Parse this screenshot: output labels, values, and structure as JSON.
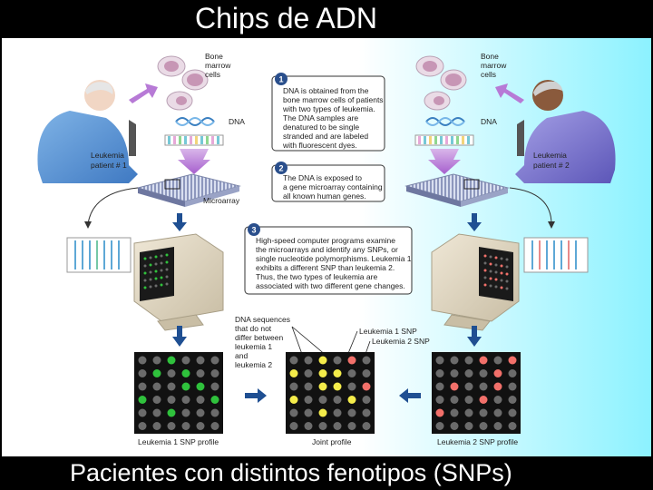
{
  "header": {
    "title": "Chips de ADN"
  },
  "footer": {
    "caption": "Pacientes con distintos fenotipos (SNPs)"
  },
  "figure": {
    "patient_left_label": [
      "Leukemia",
      "patient # 1"
    ],
    "patient_right_label": [
      "Leukemia",
      "patient # 2"
    ],
    "bone_marrow_label": [
      "Bone",
      "marrow",
      "cells"
    ],
    "dna_label": "DNA",
    "microarray_label": "Microarray",
    "step1": {
      "num": "1",
      "lines": [
        "DNA is obtained from the",
        "bone marrow cells of patients",
        "with two types of leukemia.",
        "The DNA samples are",
        "denatured to be single",
        "stranded and are labeled",
        "with fluorescent dyes."
      ]
    },
    "step2": {
      "num": "2",
      "lines": [
        "The DNA is exposed to",
        "a gene microarray containing",
        "all known human genes."
      ]
    },
    "step3": {
      "num": "3",
      "lines": [
        "High-speed computer programs examine",
        "the microarrays and identify any SNPs, or",
        "single nucleotide polymorphisms. Leukemia 1",
        "exhibits a different SNP than leukemia 2.",
        "Thus, the two types of leukemia are",
        "associated with two different gene changes."
      ]
    },
    "annotation_same": [
      "DNA sequences",
      "that do not",
      "differ between",
      "leukemia 1",
      "and",
      "leukemia 2"
    ],
    "annotation_snp1": "Leukemia 1 SNP",
    "annotation_snp2": "Leukemia 2 SNP",
    "profile1_label": "Leukemia 1 SNP profile",
    "joint_label": "Joint profile",
    "profile2_label": "Leukemia 2 SNP profile",
    "colors": {
      "green": "#2fc13c",
      "yellow": "#f4ec4a",
      "red": "#f2706a",
      "gray": "#6b6b6b",
      "step_circle": "#2a4f8c",
      "arrow_blue": "#1f4f92",
      "purple": "#b77ad6"
    }
  }
}
